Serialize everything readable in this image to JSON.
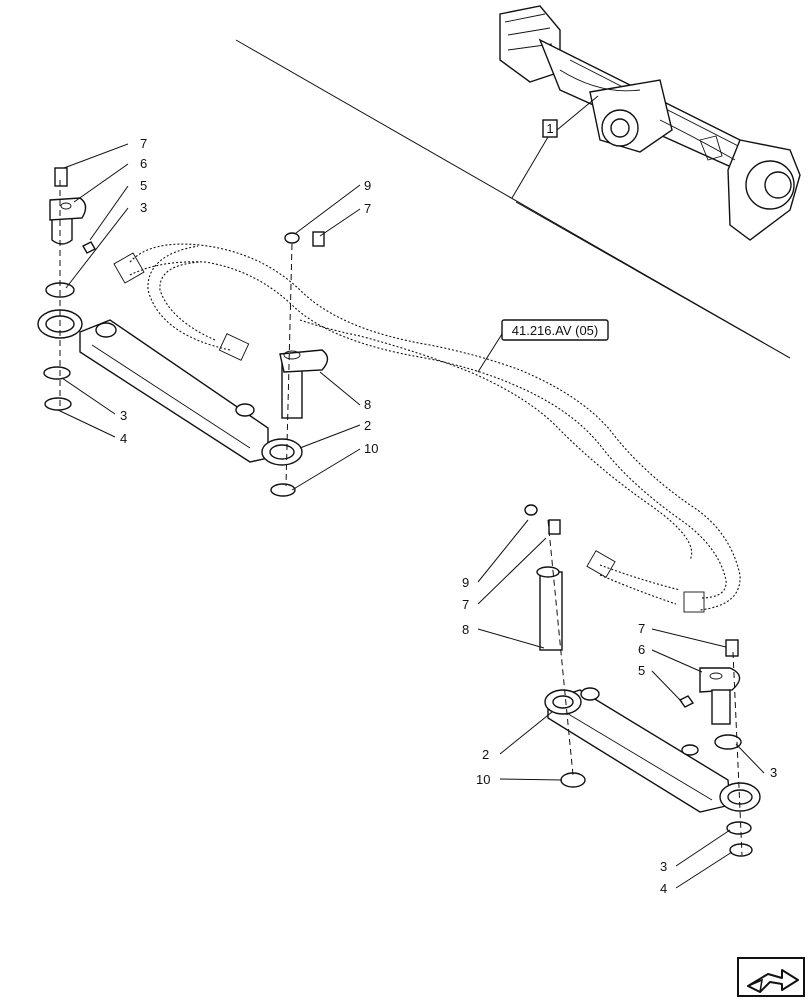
{
  "callouts": {
    "c7_tl": "7",
    "c6_tl": "6",
    "c5_tl": "5",
    "c3_tl": "3",
    "c3_l": "3",
    "c4_l": "4",
    "c9_t": "9",
    "c7_t": "7",
    "c8_t": "8",
    "c2_m": "2",
    "c10_m": "10",
    "c9_c": "9",
    "c7_c": "7",
    "c8_c": "8",
    "c7_r": "7",
    "c6_r": "6",
    "c5_r": "5",
    "c2_b": "2",
    "c10_b": "10",
    "c3_r": "3",
    "c3_br": "3",
    "c4_br": "4"
  },
  "reference_box": {
    "label": "1"
  },
  "cross_reference": {
    "label": "41.216.AV (05)"
  },
  "nav": {
    "icon": "next-page-arrow-icon"
  }
}
